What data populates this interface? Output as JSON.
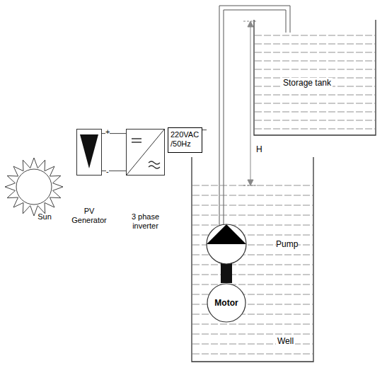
{
  "diagram": {
    "nodes": [
      {
        "text": [
          "Sun"
        ]
      },
      {
        "text": [
          "PV Generator"
        ]
      },
      {
        "text": [
          "3 phase inverter"
        ]
      },
      {
        "text": [
          "220VAC /50Hz"
        ]
      },
      {
        "text": [
          "Storage tank"
        ]
      },
      {
        "text": [
          "Well"
        ]
      },
      {
        "text": [
          "Motor"
        ],
        "in": 5
      }
    ],
    "edges": [
      {
        "from": 1,
        "to": 2,
        "arrow": "none"
      },
      {
        "from": 1,
        "to": 2,
        "arrow": "none"
      },
      {
        "from": 3,
        "to": 6,
        "arrow": "none"
      }
    ],
    "labels": [
      "+",
      "-",
      "H",
      "Pump"
    ]
  }
}
